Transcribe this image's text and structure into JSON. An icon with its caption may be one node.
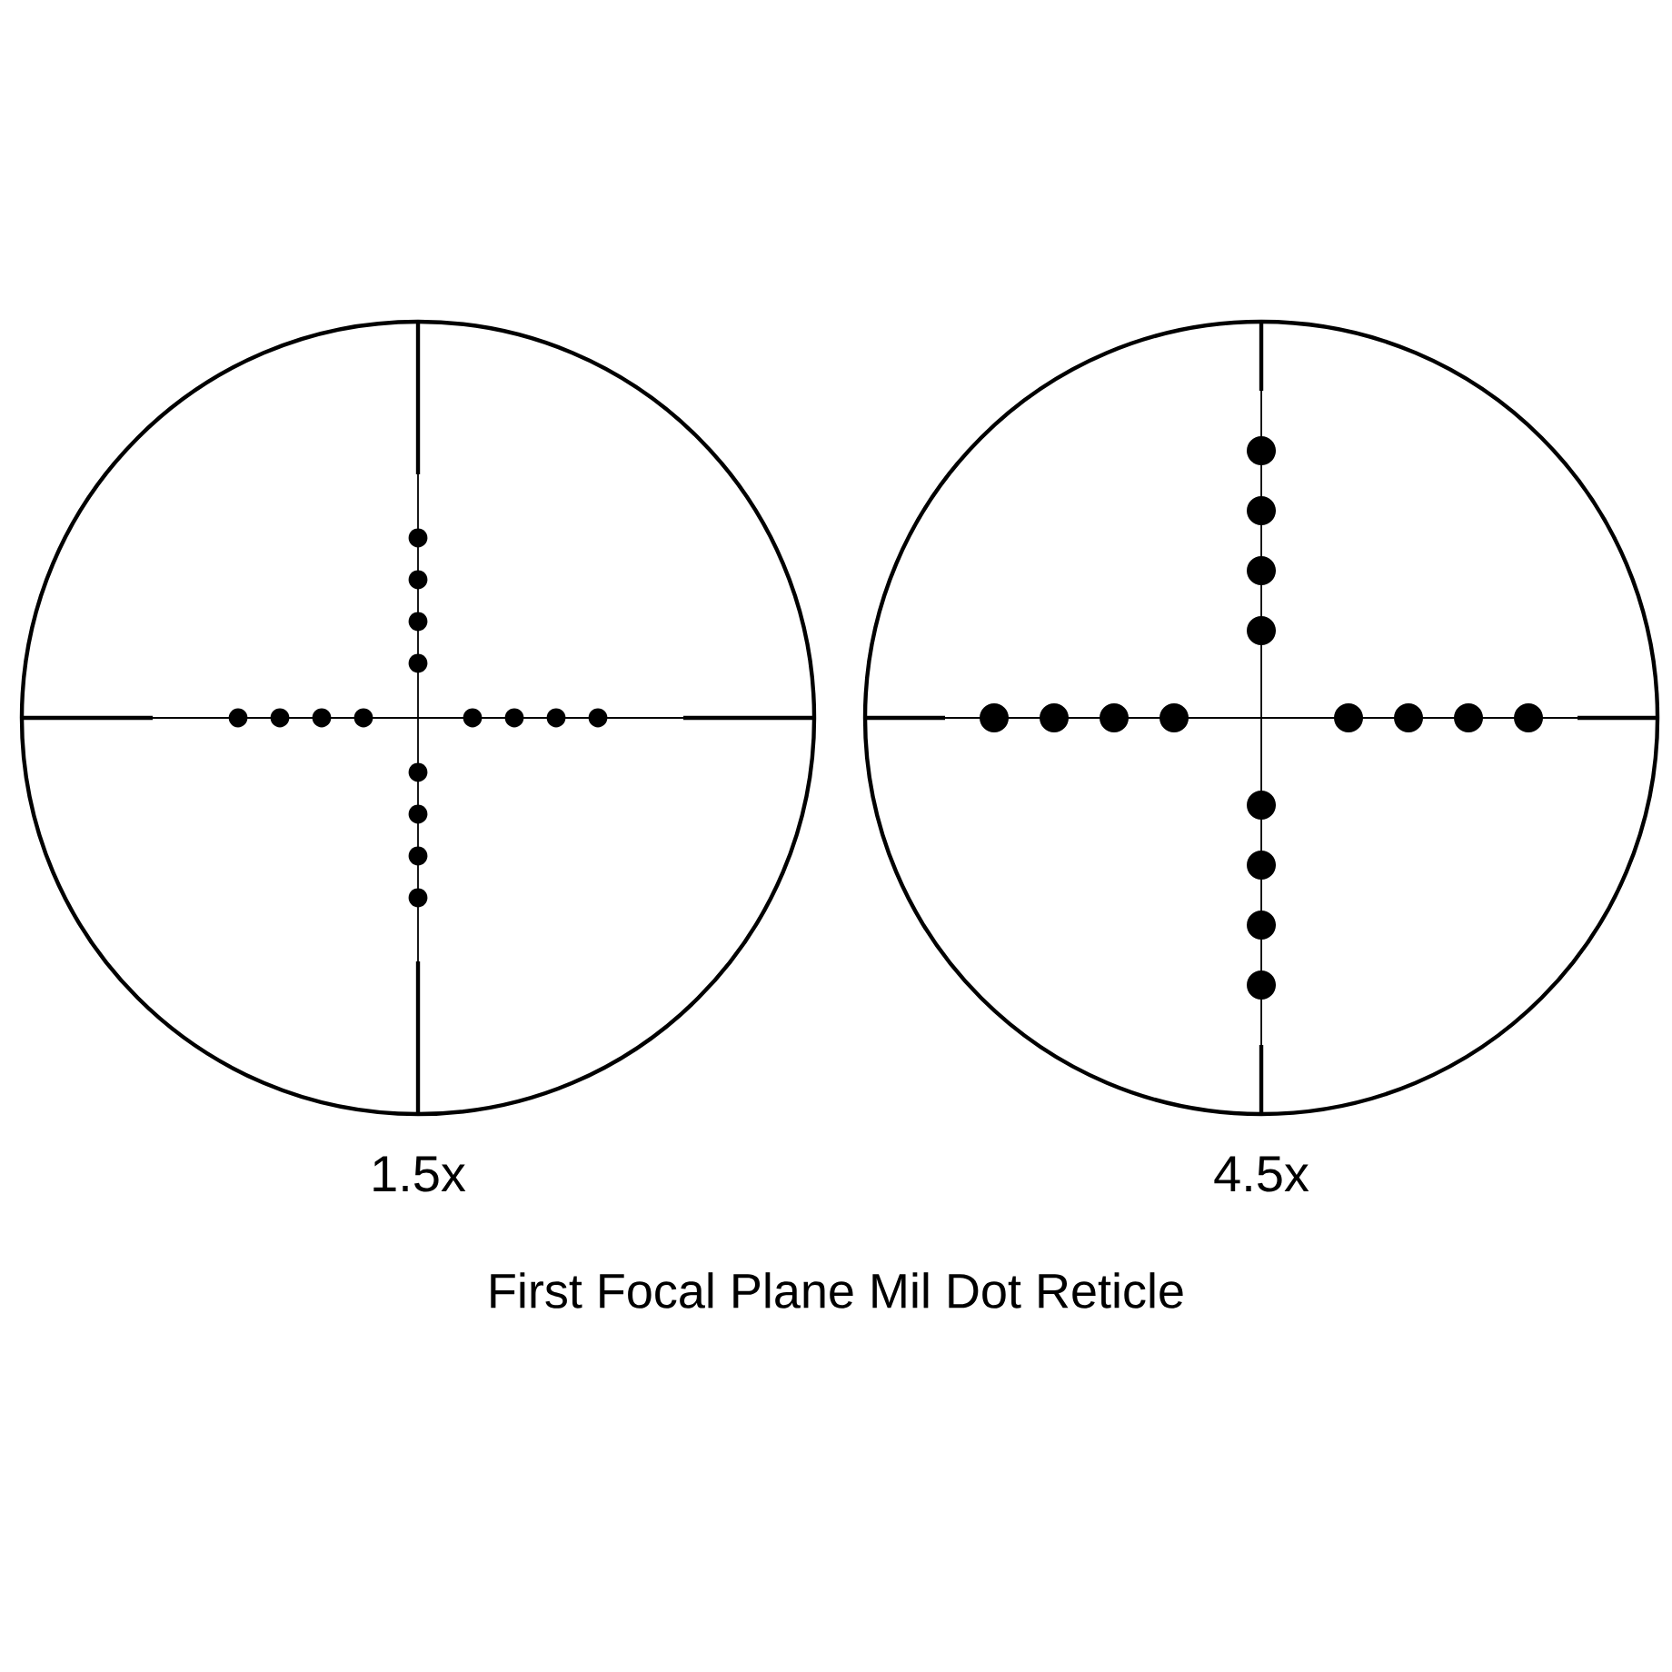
{
  "diagram": {
    "caption": "First Focal Plane Mil Dot Reticle",
    "nodes": [
      {
        "text": [],
        "shape": "circle",
        "beside": [
          "1.5x"
        ]
      },
      {
        "text": [],
        "shape": "circle",
        "beside": [
          "4.5x"
        ]
      }
    ]
  }
}
